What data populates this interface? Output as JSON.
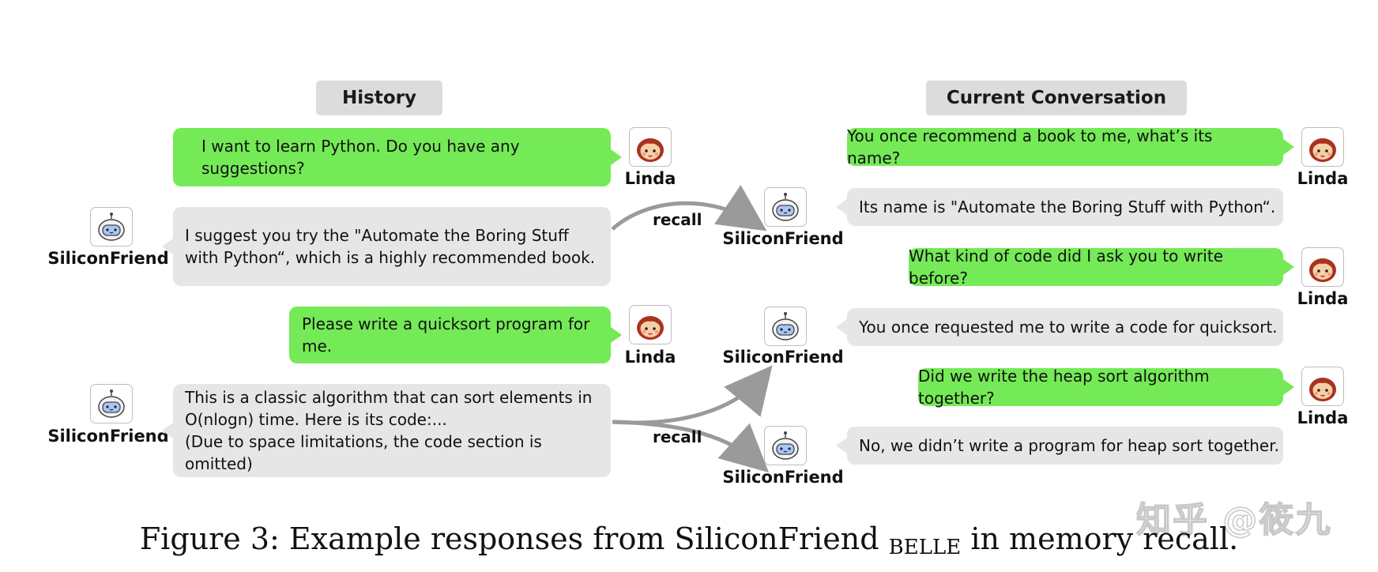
{
  "headers": {
    "history": "History",
    "current": "Current Conversation"
  },
  "users": {
    "linda": "Linda",
    "bot": "SiliconFriend"
  },
  "history": [
    {
      "speaker": "Linda",
      "text": "I want to learn Python. Do you have any suggestions?"
    },
    {
      "speaker": "SiliconFriend",
      "text": "I suggest you try the \"Automate the Boring Stuff\nwith Python“, which is a highly recommended book."
    },
    {
      "speaker": "Linda",
      "text": "Please write a quicksort program for me."
    },
    {
      "speaker": "SiliconFriend",
      "text": "This is a classic algorithm that can sort elements in\nO(nlogn) time. Here is its code:...\n(Due to space limitations, the code section is omitted)"
    }
  ],
  "current": [
    {
      "speaker": "Linda",
      "text": "You once recommend a book to me, what’s its name?"
    },
    {
      "speaker": "SiliconFriend",
      "text": "Its name is  \"Automate the Boring Stuff with Python“."
    },
    {
      "speaker": "Linda",
      "text": "What kind of code did I ask you to write before?"
    },
    {
      "speaker": "SiliconFriend",
      "text": "You once requested me to write a code for quicksort."
    },
    {
      "speaker": "Linda",
      "text": "Did we write the heap sort algorithm together?"
    },
    {
      "speaker": "SiliconFriend",
      "text": "No, we didn’t write a program for heap sort together."
    }
  ],
  "recall_labels": [
    "recall",
    "recall"
  ],
  "caption": {
    "main": "Figure 3: Example responses from SiliconFriend",
    "sub": "BELLE",
    "tail": "in memory recall."
  },
  "watermark": "知乎 @筱九",
  "colors": {
    "user_bubble": "#75ea57",
    "bot_bubble": "#e6e6e6",
    "header_bg": "#dcdcdc"
  },
  "icons": {
    "user": "girl-avatar-icon",
    "bot": "robot-avatar-icon"
  }
}
